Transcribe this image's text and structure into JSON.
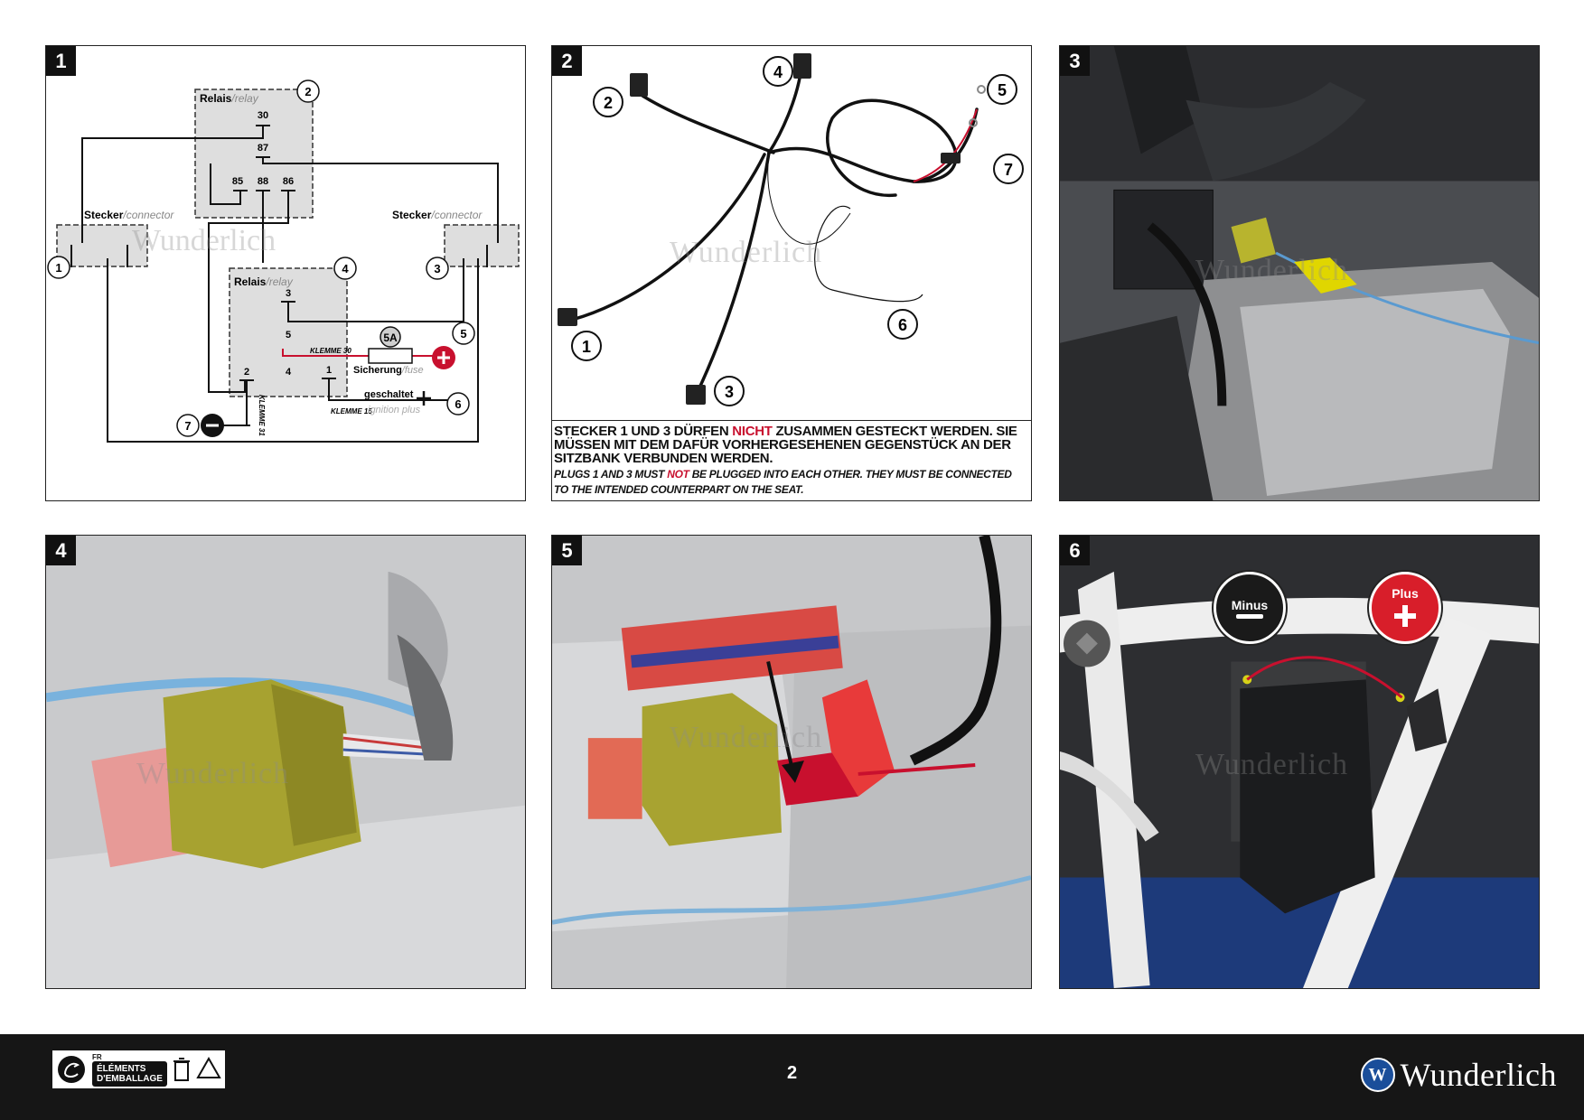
{
  "panels": [
    {
      "num": "1"
    },
    {
      "num": "2"
    },
    {
      "num": "3"
    },
    {
      "num": "4"
    },
    {
      "num": "5"
    },
    {
      "num": "6"
    }
  ],
  "diagram": {
    "relay_top_label": "Relais",
    "relay_top_label_en": "/relay",
    "relay_bottom_label": "Relais",
    "relay_bottom_label_en": "/relay",
    "connector_left": "Stecker",
    "connector_left_en": "/connector",
    "connector_right": "Stecker",
    "connector_right_en": "/connector",
    "pin_30": "30",
    "pin_87": "87",
    "pin_85": "85",
    "pin_88": "88",
    "pin_86": "86",
    "pin_3": "3",
    "pin_5": "5",
    "pin_2": "2",
    "pin_4": "4",
    "pin_1": "1",
    "fuse_value": "5A",
    "fuse_label": "Sicherung",
    "fuse_label_en": "/fuse",
    "klemme_30": "KLEMME 30",
    "klemme_15": "KLEMME 15",
    "klemme_31": "KLEMME 31",
    "switched_label": "geschaltet",
    "switched_label_en": "ignition plus",
    "callouts": [
      "1",
      "2",
      "3",
      "4",
      "5",
      "6",
      "7"
    ]
  },
  "harness": {
    "callouts": [
      "1",
      "2",
      "3",
      "4",
      "5",
      "6",
      "7"
    ],
    "note_de_1": "Stecker 1 und 3 dürfen ",
    "note_de_red": "nicht",
    "note_de_2": " zusammen gesteckt werden. Sie müssen mit dem dafür vorhergesehenen Gegenstück an der Sitzbank verbunden werden.",
    "note_en_1": "Plugs 1 and 3 must ",
    "note_en_red": "not",
    "note_en_2": " be plugged into each other. They must be connected to the intended counterpart on the seat."
  },
  "watermark": "Wunderlich",
  "photo6": {
    "minus_label": "Minus",
    "plus_label": "Plus"
  },
  "footer": {
    "recycle_fr": "FR",
    "recycle_label_1": "ÉLÉMENTS",
    "recycle_label_2": "D'EMBALLAGE",
    "page_number": "2",
    "brand_initial": "W",
    "brand_name": "Wunderlich"
  },
  "colors": {
    "accent_red": "#c8102e",
    "connector_yellow": "#a8a332",
    "brand_blue": "#1a4e9a"
  }
}
